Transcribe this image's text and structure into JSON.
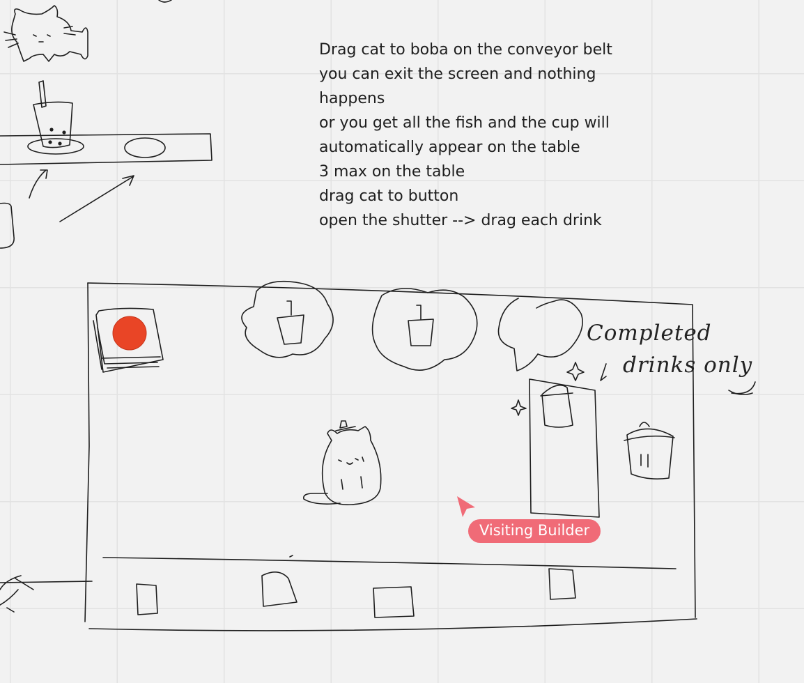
{
  "notes": {
    "lines": [
      "Drag cat to boba on the conveyor belt",
      "you can exit the screen and nothing",
      "happens",
      "or you get all the fish and the cup will",
      "automatically appear on the table",
      "3 max on the table",
      "drag cat to button",
      "open the shutter --> drag each drink"
    ]
  },
  "handwritten": {
    "completed": "Completed",
    "drinks_only": "drinks only"
  },
  "cursor": {
    "label": "Visiting Builder",
    "color": "#f06b77",
    "icon": "pointer-arrow-icon"
  },
  "colors": {
    "canvas": "#f2f2f2",
    "grid": "#e2e2e2",
    "ink": "#1e1e1e",
    "button_fill": "#e94526"
  }
}
